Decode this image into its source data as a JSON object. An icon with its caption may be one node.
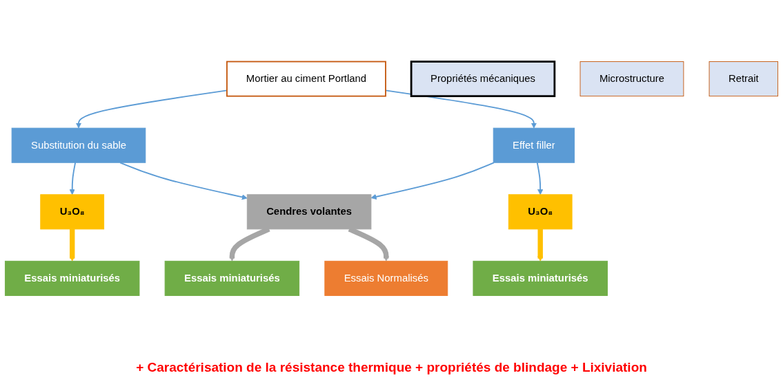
{
  "diagram": {
    "caption": "+ Caractérisation de la résistance thermique + propriétés de blindage + Lixiviation",
    "nodes": [
      {
        "text": [
          "Mortier au ciment Portland"
        ]
      },
      {
        "text": [
          "Substitution du sable"
        ]
      },
      {
        "text": [
          "Effet filler"
        ]
      },
      {
        "text": [
          "U₃O₈"
        ]
      },
      {
        "text": [
          "Cendres volantes"
        ]
      },
      {
        "text": [
          "U₃O₈"
        ]
      },
      {
        "text": [
          "Propriétés mécaniques"
        ]
      },
      {
        "text": [
          "Microstructure"
        ]
      },
      {
        "text": [
          "Retrait"
        ]
      },
      {
        "text": [
          "Essais miniaturisés"
        ]
      },
      {
        "text": [
          "Essais miniaturisés"
        ]
      },
      {
        "text": [
          "Essais Normalisés"
        ]
      },
      {
        "text": [
          "Essais miniaturisés"
        ]
      }
    ],
    "edges": [
      {
        "from": 0,
        "to": 1,
        "arrow": "to"
      },
      {
        "from": 0,
        "to": 2,
        "arrow": "to"
      },
      {
        "from": 1,
        "to": 3,
        "arrow": "to"
      },
      {
        "from": 1,
        "to": 4,
        "arrow": "to"
      },
      {
        "from": 2,
        "to": 4,
        "arrow": "to"
      },
      {
        "from": 2,
        "to": 5,
        "arrow": "to"
      },
      {
        "from": 3,
        "to": 9,
        "arrow": "to",
        "style": "thick",
        "color": "#ffc000"
      },
      {
        "from": 4,
        "to": 10,
        "arrow": "to",
        "style": "thick",
        "color": "#a6a6a6"
      },
      {
        "from": 4,
        "to": 11,
        "arrow": "to",
        "style": "thick",
        "color": "#a6a6a6"
      },
      {
        "from": 5,
        "to": 12,
        "arrow": "to",
        "style": "thick",
        "color": "#ffc000"
      }
    ]
  }
}
